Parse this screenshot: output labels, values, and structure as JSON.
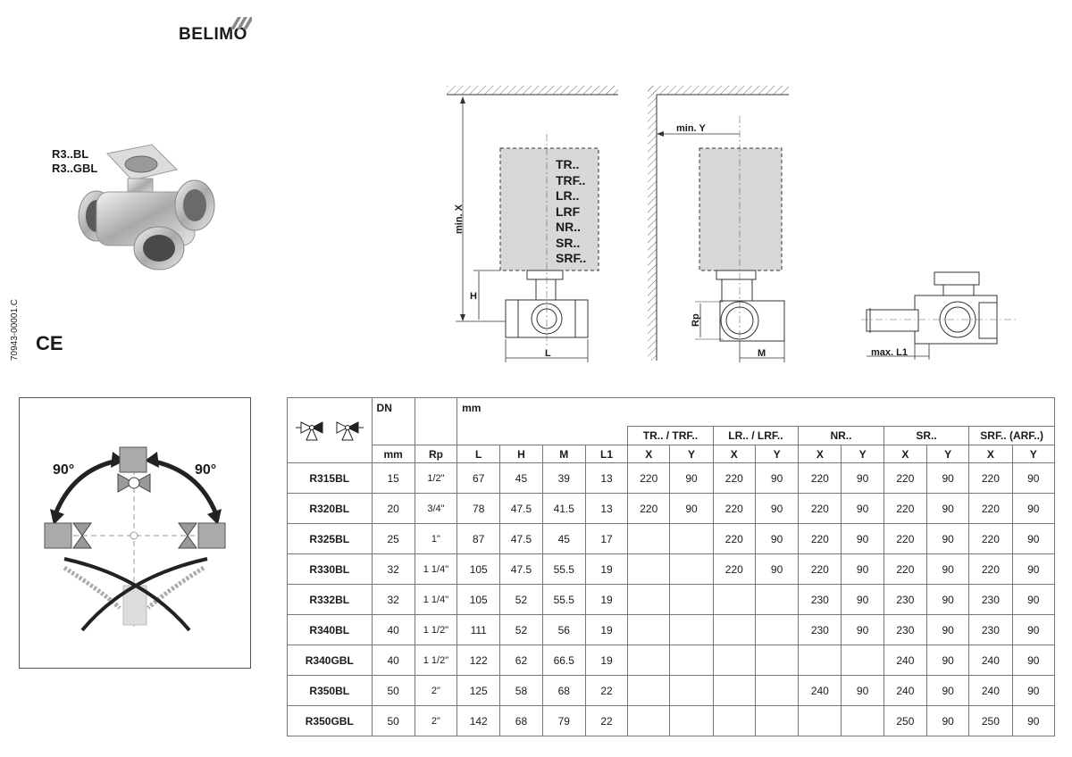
{
  "brand": "BELIMO",
  "models": [
    "R3..BL",
    "R3..GBL"
  ],
  "doc_number": "70943-00001.C",
  "ce_mark": "CE",
  "drawing": {
    "min_x": "min. X",
    "h": "H",
    "l": "L",
    "min_y": "min. Y",
    "rp": "Rp",
    "m": "M",
    "max_l1": "max. L1",
    "actuators": [
      "TR..",
      "TRF..",
      "LR..",
      "LRF",
      "NR..",
      "SR..",
      "SRF.."
    ]
  },
  "rotation": {
    "left_angle": "90°",
    "right_angle": "90°"
  },
  "table": {
    "dn_header": "DN",
    "mm_header": "mm",
    "groups": [
      "TR.. / TRF..",
      "LR.. / LRF..",
      "NR..",
      "SR..",
      "SRF.. (ARF..)"
    ],
    "subheaders": [
      "mm",
      "Rp",
      "L",
      "H",
      "M",
      "L1",
      "X",
      "Y",
      "X",
      "Y",
      "X",
      "Y",
      "X",
      "Y",
      "X",
      "Y"
    ],
    "rows": [
      [
        "R315BL",
        "15",
        "1/2\"",
        "67",
        "45",
        "39",
        "13",
        "220",
        "90",
        "220",
        "90",
        "220",
        "90",
        "220",
        "90",
        "220",
        "90"
      ],
      [
        "R320BL",
        "20",
        "3/4\"",
        "78",
        "47.5",
        "41.5",
        "13",
        "220",
        "90",
        "220",
        "90",
        "220",
        "90",
        "220",
        "90",
        "220",
        "90"
      ],
      [
        "R325BL",
        "25",
        "1\"",
        "87",
        "47.5",
        "45",
        "17",
        "",
        "",
        "220",
        "90",
        "220",
        "90",
        "220",
        "90",
        "220",
        "90"
      ],
      [
        "R330BL",
        "32",
        "1 1/4\"",
        "105",
        "47.5",
        "55.5",
        "19",
        "",
        "",
        "220",
        "90",
        "220",
        "90",
        "220",
        "90",
        "220",
        "90"
      ],
      [
        "R332BL",
        "32",
        "1 1/4\"",
        "105",
        "52",
        "55.5",
        "19",
        "",
        "",
        "",
        "",
        "230",
        "90",
        "230",
        "90",
        "230",
        "90"
      ],
      [
        "R340BL",
        "40",
        "1 1/2\"",
        "111",
        "52",
        "56",
        "19",
        "",
        "",
        "",
        "",
        "230",
        "90",
        "230",
        "90",
        "230",
        "90"
      ],
      [
        "R340GBL",
        "40",
        "1 1/2\"",
        "122",
        "62",
        "66.5",
        "19",
        "",
        "",
        "",
        "",
        "",
        "",
        "240",
        "90",
        "240",
        "90"
      ],
      [
        "R350BL",
        "50",
        "2\"",
        "125",
        "58",
        "68",
        "22",
        "",
        "",
        "",
        "",
        "240",
        "90",
        "240",
        "90",
        "240",
        "90"
      ],
      [
        "R350GBL",
        "50",
        "2\"",
        "142",
        "68",
        "79",
        "22",
        "",
        "",
        "",
        "",
        "",
        "",
        "250",
        "90",
        "250",
        "90"
      ]
    ]
  }
}
